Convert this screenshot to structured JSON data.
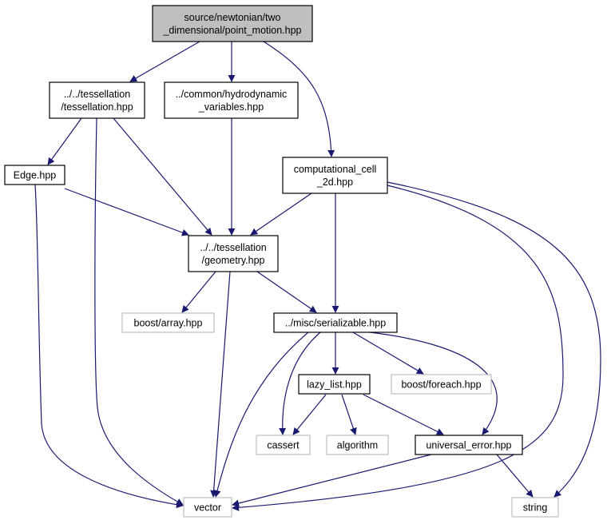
{
  "colors": {
    "edge": "#191970",
    "root_fill": "#bfbfbf",
    "border": "#000000",
    "external_border": "#bfbfbf"
  },
  "nodes": [
    {
      "id": "root",
      "lines": [
        "source/newtonian/two",
        "_dimensional/point_motion.hpp"
      ],
      "kind": "root"
    },
    {
      "id": "tessellation",
      "lines": [
        "../../tessellation",
        "/tessellation.hpp"
      ],
      "kind": "local"
    },
    {
      "id": "hydro",
      "lines": [
        "../common/hydrodynamic",
        "_variables.hpp"
      ],
      "kind": "local"
    },
    {
      "id": "compcell",
      "lines": [
        "computational_cell",
        "_2d.hpp"
      ],
      "kind": "local"
    },
    {
      "id": "edge",
      "lines": [
        "Edge.hpp"
      ],
      "kind": "local"
    },
    {
      "id": "geometry",
      "lines": [
        "../../tessellation",
        "/geometry.hpp"
      ],
      "kind": "local"
    },
    {
      "id": "boostarray",
      "lines": [
        "boost/array.hpp"
      ],
      "kind": "external"
    },
    {
      "id": "serializable",
      "lines": [
        "../misc/serializable.hpp"
      ],
      "kind": "local"
    },
    {
      "id": "lazylist",
      "lines": [
        "lazy_list.hpp"
      ],
      "kind": "local"
    },
    {
      "id": "boostforeach",
      "lines": [
        "boost/foreach.hpp"
      ],
      "kind": "external"
    },
    {
      "id": "cassert",
      "lines": [
        "cassert"
      ],
      "kind": "external"
    },
    {
      "id": "algorithm",
      "lines": [
        "algorithm"
      ],
      "kind": "external"
    },
    {
      "id": "universalerror",
      "lines": [
        "universal_error.hpp"
      ],
      "kind": "local"
    },
    {
      "id": "vector",
      "lines": [
        "vector"
      ],
      "kind": "external"
    },
    {
      "id": "string",
      "lines": [
        "string"
      ],
      "kind": "external"
    }
  ],
  "edges": [
    [
      "root",
      "tessellation"
    ],
    [
      "root",
      "hydro"
    ],
    [
      "root",
      "compcell"
    ],
    [
      "tessellation",
      "edge"
    ],
    [
      "tessellation",
      "geometry"
    ],
    [
      "tessellation",
      "vector"
    ],
    [
      "hydro",
      "geometry"
    ],
    [
      "edge",
      "geometry"
    ],
    [
      "edge",
      "vector"
    ],
    [
      "compcell",
      "geometry"
    ],
    [
      "compcell",
      "serializable"
    ],
    [
      "compcell",
      "vector"
    ],
    [
      "compcell",
      "string"
    ],
    [
      "geometry",
      "boostarray"
    ],
    [
      "geometry",
      "serializable"
    ],
    [
      "geometry",
      "vector"
    ],
    [
      "serializable",
      "vector"
    ],
    [
      "serializable",
      "cassert"
    ],
    [
      "serializable",
      "lazylist"
    ],
    [
      "serializable",
      "boostforeach"
    ],
    [
      "serializable",
      "universalerror"
    ],
    [
      "lazylist",
      "cassert"
    ],
    [
      "lazylist",
      "algorithm"
    ],
    [
      "lazylist",
      "universalerror"
    ],
    [
      "universalerror",
      "vector"
    ],
    [
      "universalerror",
      "string"
    ]
  ]
}
